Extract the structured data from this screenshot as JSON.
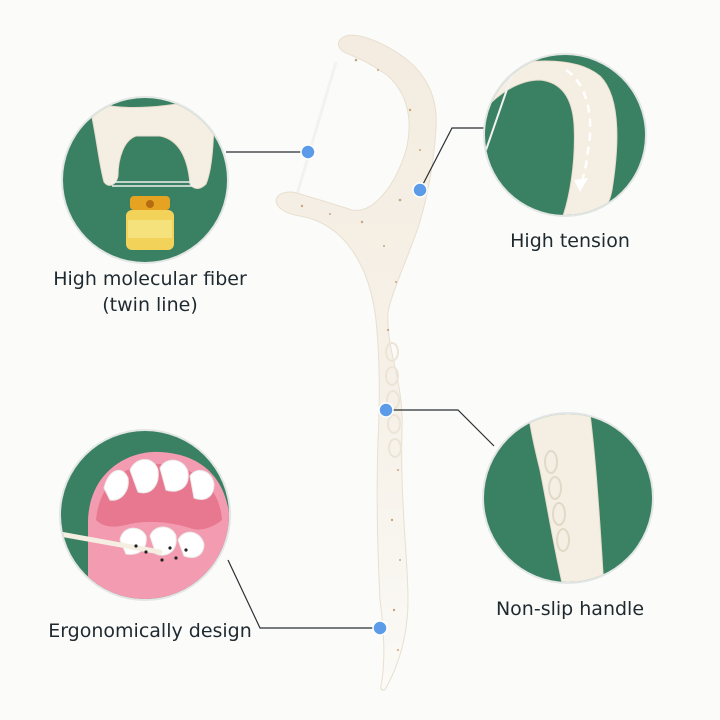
{
  "callouts": {
    "fiber": {
      "line1": "High molecular fiber",
      "line2": "(twin line)"
    },
    "tension": {
      "label": "High tension"
    },
    "handle": {
      "label": "Non-slip handle"
    },
    "ergonomic": {
      "label": "Ergonomically design"
    }
  },
  "colors": {
    "circle_bg": "#3a8063",
    "circle_border": "#e2e6e4",
    "dot": "#5b9be8",
    "pick_body": "#f5efe3",
    "gum": "#f39bb0",
    "text": "#1f2a30"
  }
}
